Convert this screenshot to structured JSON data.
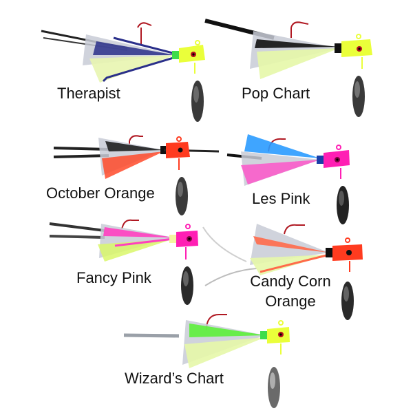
{
  "lures": [
    {
      "name": "Therapist",
      "head_color": "#eaff3a",
      "skirt_colors": [
        "#2a2f8a",
        "#e8f5b0",
        "#c8cbd6"
      ],
      "collar_color": "#3ddc4a"
    },
    {
      "name": "Pop Chart",
      "head_color": "#eaff3a",
      "skirt_colors": [
        "#111111",
        "#e6f7a8",
        "#c8cbd6"
      ],
      "collar_color": "#111111"
    },
    {
      "name": "October Orange",
      "head_color": "#ff3b1f",
      "skirt_colors": [
        "#ff4a2a",
        "#151515",
        "#c8cbd6"
      ],
      "collar_color": "#111111"
    },
    {
      "name": "Les Pink",
      "head_color": "#ff1fb4",
      "skirt_colors": [
        "#2a9bff",
        "#ff4fc8",
        "#c8cbd6"
      ],
      "collar_color": "#1a3fa8"
    },
    {
      "name": "Fancy Pink",
      "head_color": "#ff1fb4",
      "skirt_colors": [
        "#ff3fc0",
        "#d9f76a",
        "#c8cbd6"
      ],
      "collar_color": "#f3f5a0"
    },
    {
      "name": "Candy Corn\nOrange",
      "line1": "Candy Corn",
      "line2": "Orange",
      "head_color": "#ff3b1f",
      "skirt_colors": [
        "#ff6a4a",
        "#e6f7a8",
        "#c8cbd6"
      ],
      "collar_color": "#111111"
    },
    {
      "name": "Wizard’s Chart",
      "head_color": "#eaff3a",
      "skirt_colors": [
        "#5cf03a",
        "#e6f7a8",
        "#c8cbd6"
      ],
      "collar_color": "#3ddc4a"
    }
  ]
}
